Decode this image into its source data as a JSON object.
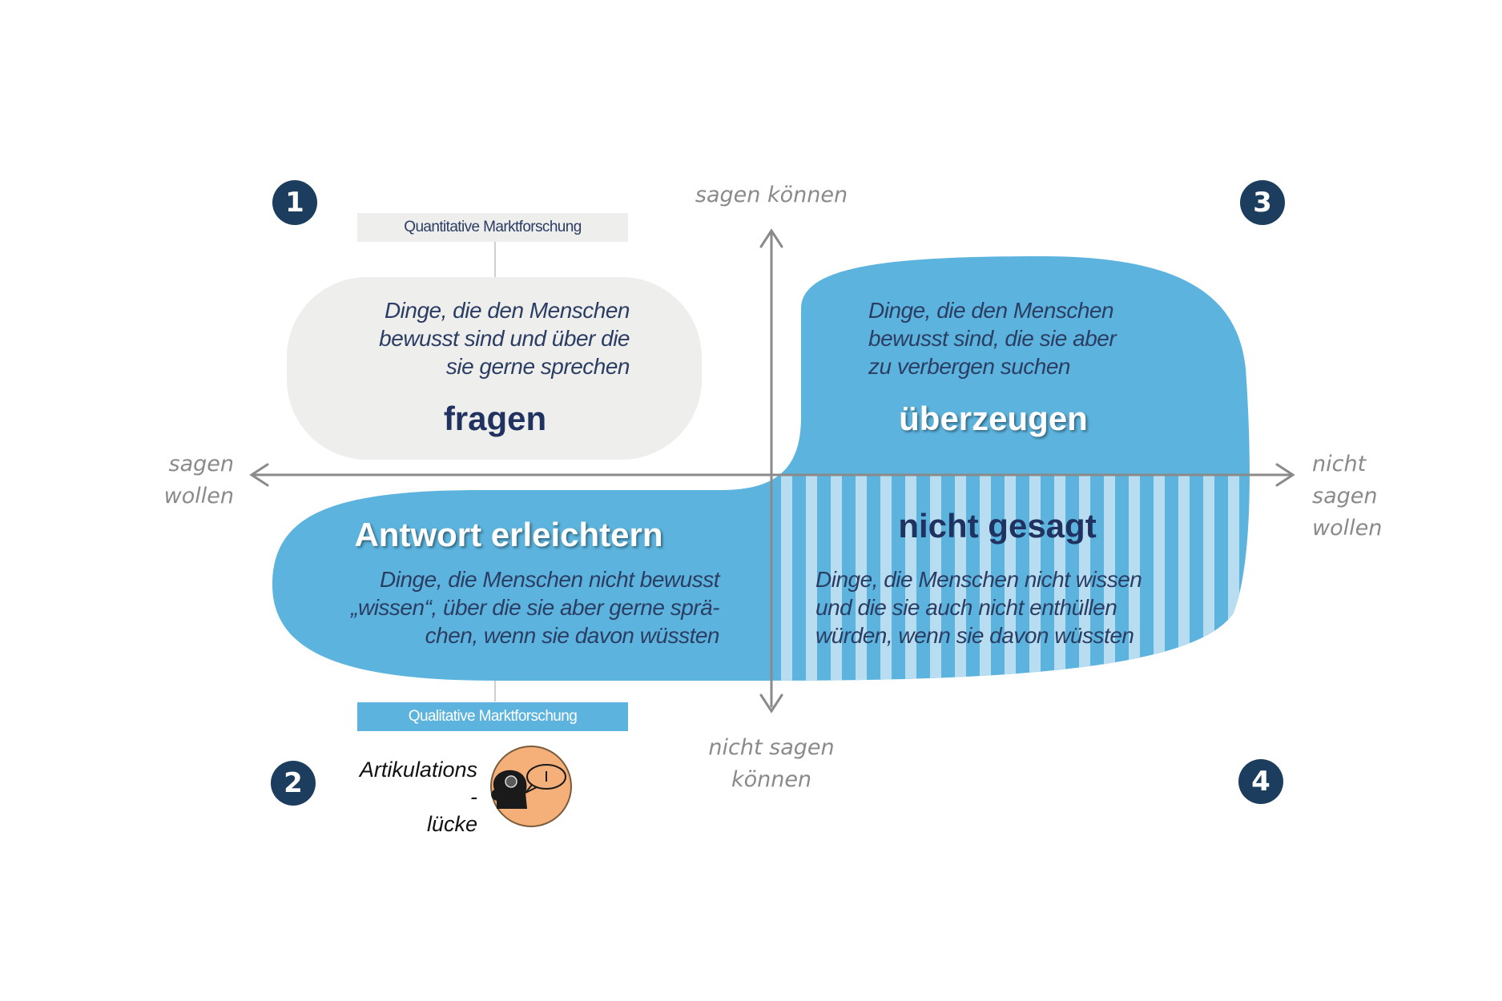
{
  "axes": {
    "top": "sagen können",
    "bottom": [
      "nicht sagen",
      "können"
    ],
    "left": [
      "sagen",
      "wollen"
    ],
    "right": [
      "nicht",
      "sagen",
      "wollen"
    ]
  },
  "quadrants": {
    "q1": {
      "number": "1",
      "tag": "Quantitative Marktforschung",
      "description": [
        "Dinge, die den Menschen",
        "bewusst sind und über die",
        "sie gerne sprechen"
      ],
      "title": "fragen"
    },
    "q2": {
      "number": "2",
      "tag": "Qualitative Marktforschung",
      "title": "Antwort erleichtern",
      "description": [
        "Dinge, die Menschen nicht bewusst",
        "„wissen“, über die sie aber gerne sprä-",
        "chen, wenn sie davon wüssten"
      ],
      "gap_label": [
        "Artikulations",
        "-",
        "lücke"
      ]
    },
    "q3": {
      "number": "3",
      "description": [
        "Dinge, die den Menschen",
        "bewusst sind, die sie aber",
        "zu verbergen suchen"
      ],
      "title": "überzeugen"
    },
    "q4": {
      "number": "4",
      "title": "nicht gesagt",
      "description": [
        "Dinge, die Menschen nicht wissen",
        "und die sie auch nicht enthüllen",
        "würden, wenn sie davon wüssten"
      ]
    }
  },
  "colors": {
    "light_blue": "#5cb4de",
    "stripe": "#b8dcf0",
    "grey_shape": "#eeeeec",
    "axis": "#8a8a8a",
    "badge": "#1d3d5e",
    "text_dark": "#2b3d63",
    "icon_orange": "#f5b07a"
  },
  "icons": {
    "articulation_gap": "head-speech-bubble-icon"
  }
}
